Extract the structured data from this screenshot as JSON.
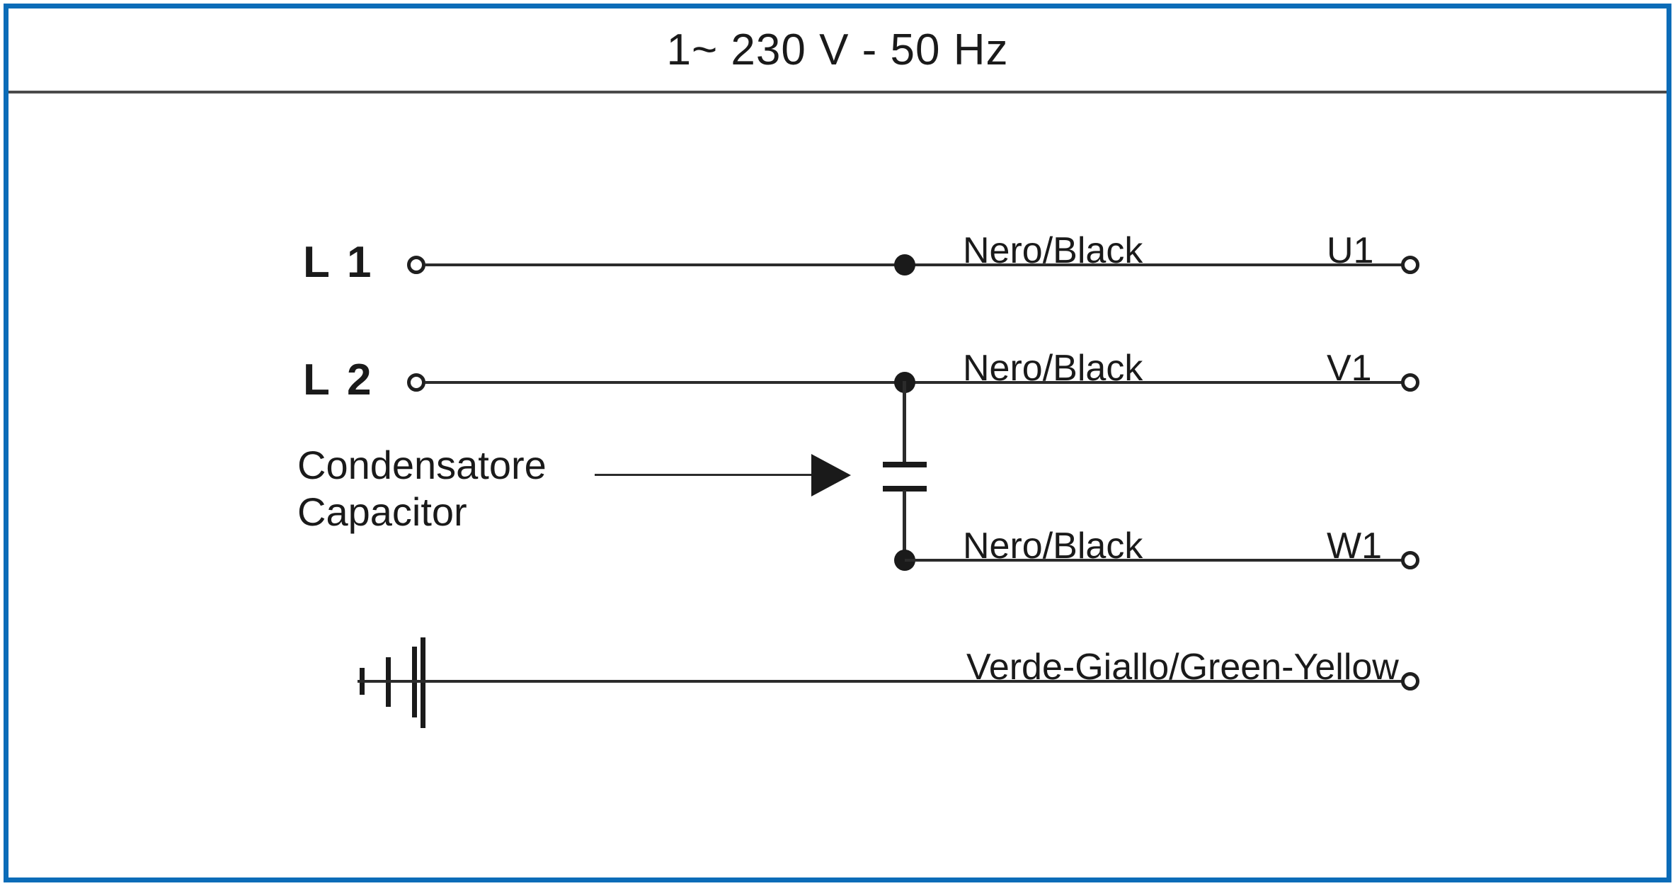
{
  "diagram": {
    "title": "1~ 230 V - 50 Hz",
    "colors": {
      "frame_blue": "#0b6cb8",
      "rule_gray": "#4a4a4a",
      "ink": "#1a1a1a"
    },
    "phase_labels": {
      "l1": "L 1",
      "l2": "L 2"
    },
    "capacitor_callout": {
      "line_it": "Condensatore",
      "line_en": "Capacitor"
    },
    "wires": [
      {
        "id": "u1",
        "color_label": "Nero/Black",
        "terminal_label": "U1",
        "source": "L 1"
      },
      {
        "id": "v1",
        "color_label": "Nero/Black",
        "terminal_label": "V1",
        "source": "L 2"
      },
      {
        "id": "w1",
        "color_label": "Nero/Black",
        "terminal_label": "W1",
        "source": "Capacitor"
      },
      {
        "id": "earth",
        "color_label": "Verde-Giallo/Green-Yellow",
        "terminal_label": "",
        "source": "Ground"
      }
    ],
    "symbols": {
      "capacitor": "capacitor-symbol",
      "ground": "ground-symbol",
      "arrow": "arrow-right-icon"
    }
  }
}
